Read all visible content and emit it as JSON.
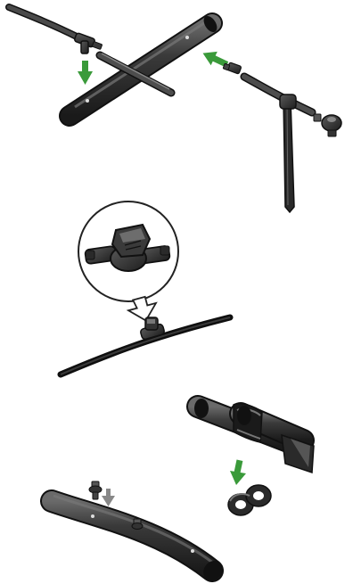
{
  "colors": {
    "tube_dark": "#1f1f1f",
    "tube_mid": "#333333",
    "tube_light": "#555555",
    "highlight": "#7a7a7a",
    "outline": "#111111",
    "arrow_green": "#3a9a3a",
    "arrow_gray": "#888888",
    "callout_stroke": "#222222",
    "background": "#ffffff"
  },
  "panels": [
    {
      "name": "top-panel-tee-connector-and-stake-dripper",
      "icon": "tee-connector-icon"
    },
    {
      "name": "middle-panel-inline-valve-callout",
      "icon": "inline-valve-icon"
    },
    {
      "name": "bottom-panel-tube-holder-clip-and-dripper-insertion",
      "icon": "tube-holder-clip-icon"
    }
  ]
}
